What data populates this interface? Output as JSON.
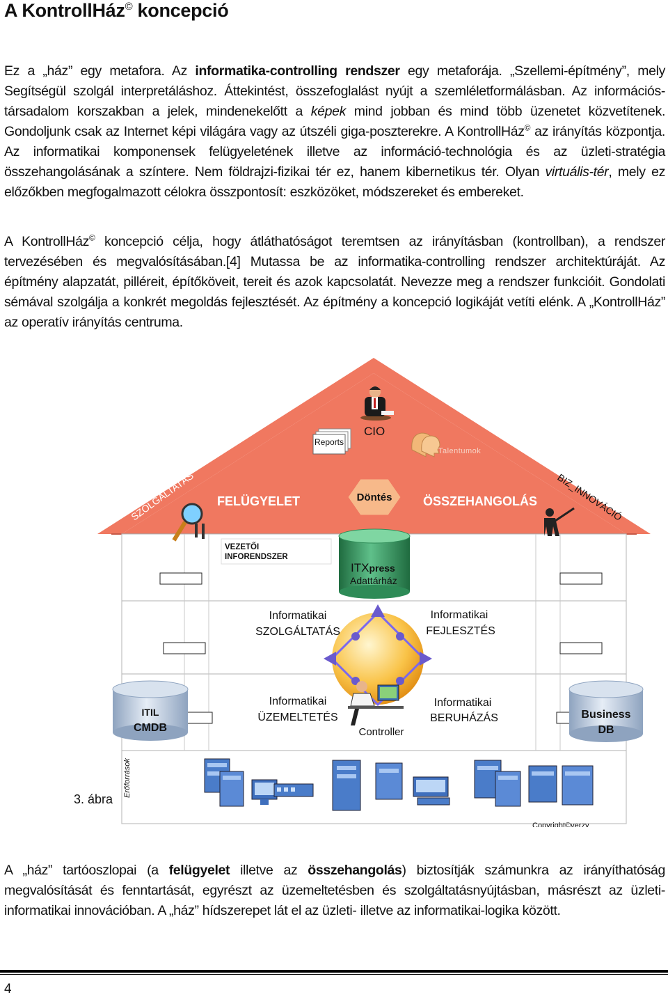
{
  "heading": {
    "title": "A KontrollHáz",
    "sup": "©",
    "suffix": " koncepció"
  },
  "p1": {
    "t1": "Ez a „ház” egy metafora. Az ",
    "b1": "informatika-controlling rendszer",
    "t2": " egy metaforája. „Szellemi-építmény”, mely Segítségül szolgál interpretáláshoz. Áttekintést, összefoglalást nyújt a szemléletformálásban. Az információs-társadalom korszakban a jelek, mindenekelőtt a ",
    "i1": "képek",
    "t3": " mind jobban és mind több üzenetet közvetítenek. Gondoljunk csak az Internet képi világára vagy az útszéli giga-poszterekre. A KontrollHáz",
    "sup1": "©",
    "t4": " az irányítás központja. Az informatikai komponensek felügyeletének illetve az információ-technológia és az üzleti-stratégia összehangolásának a színtere. Nem földrajzi-fizikai tér ez, hanem kibernetikus tér. Olyan ",
    "i2": "virtuális-tér",
    "t5": ", mely ez előzőkben megfogalmazott célokra összpontosít: eszközöket, módszereket és embereket."
  },
  "p2": {
    "t1": "A KontrollHáz",
    "sup1": "©",
    "t2": " koncepció célja, hogy átláthatóságot teremtsen az irányításban (kontrollban), a rendszer tervezésében és megvalósításában.[4] Mutassa be az informatika-controlling rendszer architektúráját. Az építmény alapzatát, pilléreit, építőköveit, tereit és azok kapcsolatát. Nevezze meg a rendszer funkcióit. Gondolati sémával szolgálja a konkrét megoldás fejlesztését. Az építmény a koncepció logikáját vetíti elénk. A „KontrollHáz” az operatív irányítás centruma."
  },
  "diagram": {
    "reports": "Reports",
    "cio": "CIO",
    "talentumok": "Talentumok",
    "szolgaltatas_diag": "SZOLGÁLTATÁS",
    "biz_innovacio": "BIZ_INNOVÁCIÓ",
    "felugyelet": "FELÜGYELET",
    "dontes": "Döntés",
    "osszehangolas": "ÖSSZEHANGOLÁS",
    "vezetoi1": "VEZETŐI",
    "vezetoi2": "INFORENDSZER",
    "itx1": "ITX",
    "itx2": "press",
    "adattarhaz": "Adattárház",
    "inf_szolg1": "Informatikai",
    "inf_szolg2": "SZOLGÁLTATÁS",
    "inf_fejl1": "Informatikai",
    "inf_fejl2": "FEJLESZTÉS",
    "itil1": "ITIL",
    "itil2": "CMDB",
    "inf_uzem1": "Informatikai",
    "inf_uzem2": "ÜZEMELTETÉS",
    "controller": "Controller",
    "inf_ber1": "Informatikai",
    "inf_ber2": "BERUHÁZÁS",
    "bdb1": "Business",
    "bdb2": "DB",
    "eroforrasok": "Erőforrások",
    "abra": "3. ábra",
    "copyright": "Copyright©verzy"
  },
  "p3": {
    "t1": "A „ház” tartóoszlopai (a ",
    "b1": "felügyelet",
    "t2": " illetve az ",
    "b2": "összehangolás",
    "t3": ") biztosítják számunkra az irányíthatóság megvalósítását és fenntartását, egyrészt az üzemeltetésben és szolgáltatásnyújtásban, másrészt az üzleti-informatikai innovációban. A „ház” hídszerepet lát el az üzleti- illetve az informatikai-logika között."
  },
  "footer": {
    "page": "4"
  },
  "colors": {
    "roof": "#f07860",
    "orange": "#f5a623",
    "green": "#2e8b57",
    "purple": "#7b68ee"
  }
}
